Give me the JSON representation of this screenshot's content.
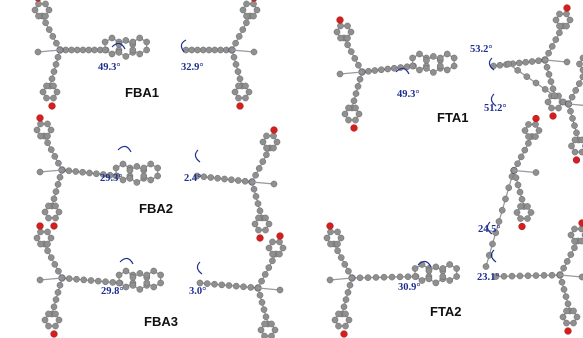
{
  "labels": {
    "fba1": "FBA1",
    "fta1": "FTA1",
    "fba2": "FBA2",
    "fba3": "FBA3",
    "fta2": "FTA2"
  },
  "angles": {
    "fba1_left": "49.3°",
    "fba1_right": "32.9°",
    "fta1_left": "49.3°",
    "fta1_top": "53.2°",
    "fta1_right": "51.2°",
    "fba2_left": "29.3°",
    "fba2_right": "2.4°",
    "fba3_left": "29.8°",
    "fba3_right": "3.0°",
    "fta2_left": "30.9°",
    "fta2_top": "24.5°",
    "fta2_right": "23.1°"
  },
  "colors": {
    "carbon": "#8f8f8f",
    "oxygen": "#d91c1c",
    "nitrogen": "#2c3fb8",
    "angle_text": "#1f2f8f"
  }
}
